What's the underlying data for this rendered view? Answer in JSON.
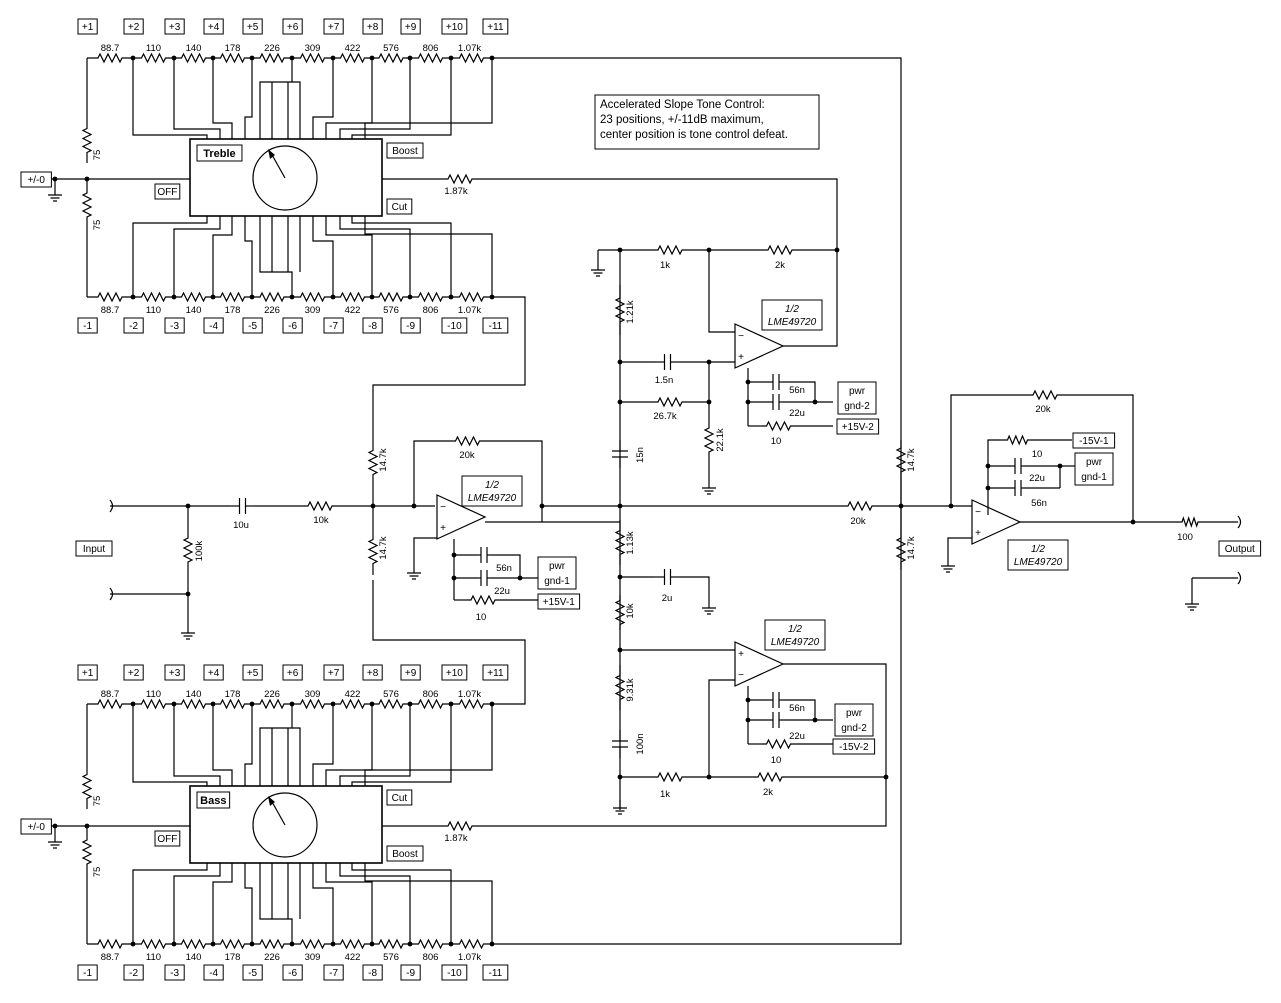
{
  "note": {
    "lines": [
      "Accelerated Slope Tone Control:",
      "23 positions, +/-11dB maximum,",
      "center position is tone control defeat."
    ]
  },
  "switch_boost_positions": [
    "+1",
    "+2",
    "+3",
    "+4",
    "+5",
    "+6",
    "+7",
    "+8",
    "+9",
    "+10",
    "+11"
  ],
  "switch_cut_positions": [
    "-1",
    "-2",
    "-3",
    "-4",
    "-5",
    "-6",
    "-7",
    "-8",
    "-9",
    "-10",
    "-11"
  ],
  "ladder_values": [
    "88.7",
    "110",
    "140",
    "178",
    "226",
    "309",
    "422",
    "576",
    "806",
    "1.07k"
  ],
  "ladder_shunt": "75",
  "center_tag": "+/-0",
  "off_label": "OFF",
  "treble": {
    "title": "Treble",
    "top_tag": "Boost",
    "bottom_tag": "Cut",
    "feed": "1.87k"
  },
  "bass": {
    "title": "Bass",
    "top_tag": "Cut",
    "bottom_tag": "Boost",
    "feed": "1.87k"
  },
  "input": {
    "label": "Input",
    "cap": "10u",
    "res": "10k",
    "shunt": "100k"
  },
  "summing": {
    "r_treble": "14.7k",
    "r_bass": "14.7k",
    "r_out_top": "14.7k",
    "r_out_bot": "14.7k"
  },
  "opamp_label_half": "1/2",
  "opamp_part": "LME49720",
  "stage1": {
    "feedback": "20k",
    "cap1": "56n",
    "cap2": "22u",
    "res": "10",
    "pwr": "pwr",
    "gnd": "gnd-1",
    "rail": "+15V-1"
  },
  "treble_filter": {
    "r1": "1k",
    "r2": "2k",
    "r_top": "1.21k",
    "c1": "1.5n",
    "r3": "26.7k",
    "r4": "22.1k",
    "c_node": "15n",
    "cap1": "56n",
    "cap2": "22u",
    "res": "10",
    "pwr": "pwr",
    "gnd": "gnd-2",
    "rail": "+15V-2"
  },
  "bass_filter": {
    "r_a": "1.13k",
    "c_a": "2u",
    "r_b": "10k",
    "r_c": "9.31k",
    "c_b": "100n",
    "r1": "1k",
    "r2": "2k",
    "cap1": "56n",
    "cap2": "22u",
    "res": "10",
    "pwr": "pwr",
    "gnd": "gnd-2",
    "rail": "-15V-2"
  },
  "mid_res": "20k",
  "output_stage": {
    "feedback": "20k",
    "r_top": "10",
    "rail": "-15V-1",
    "cap1": "22u",
    "cap2": "56n",
    "pwr": "pwr",
    "gnd": "gnd-1",
    "r_out": "100",
    "label": "Output"
  }
}
